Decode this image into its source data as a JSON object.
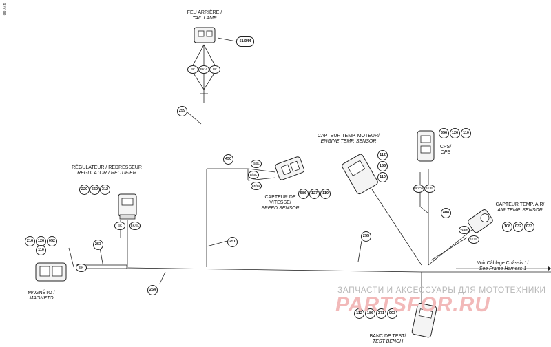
{
  "doc_id": "427 00",
  "watermark": {
    "text": "ЗАПЧАСТИ И АКСЕССУАРЫ ДЛЯ МОТОТЕХНИКИ",
    "logo": "PARTSFOR.RU"
  },
  "components": {
    "tail_lamp": {
      "fr": "FEU ARRIÈRE /",
      "en": "TAIL LAMP"
    },
    "regulator": {
      "fr": "RÉGULATEUR / REDRESSEUR",
      "en": "REGULATOR / RECTIFIER"
    },
    "speed_sensor": {
      "fr": "CAPTEUR DE VITESSE/",
      "en": "SPEED SENSOR"
    },
    "engine_temp": {
      "fr": "CAPTEUR TEMP. MOTEUR/",
      "en": "ENGINE TEMP. SENSOR"
    },
    "cps": {
      "fr": "CPS/",
      "en": "CPS"
    },
    "air_temp": {
      "fr": "CAPTEUR TEMP. AIR/",
      "en": "AIR TEMP. SENSOR"
    },
    "magneto": {
      "fr": "MAGNÉTO /",
      "en": "MAGNETO"
    },
    "test_bench": {
      "fr": "BANC DE TEST/",
      "en": "TEST BENCH"
    }
  },
  "harness_note": {
    "fr": "Voir Câblage Châssis 1/",
    "en": "See Frame Harness 1"
  },
  "callouts": {
    "tail_lamp_num": "51/044",
    "c259": "259",
    "c450": "450",
    "c251": "251",
    "c253": "253",
    "c254": "254",
    "c255": "255",
    "c408": "408",
    "speed_nums": [
      "586",
      "127",
      "110"
    ],
    "engine_nums": [
      "112",
      "155",
      "110"
    ],
    "cps_nums": [
      "356",
      "126",
      "110"
    ],
    "air_nums": [
      "108",
      "032",
      "033"
    ],
    "reg_nums": [
      "220",
      "560",
      "312"
    ],
    "magneto_nums": [
      "216",
      "126",
      "052"
    ],
    "magneto_sub": "110",
    "bench_nums": [
      "112",
      "186",
      "371",
      "093"
    ]
  },
  "wire_tags": {
    "tail": [
      "BK",
      "BK/A",
      "BK"
    ],
    "speed": [
      "B/BL",
      "B/BK",
      "BK/BL"
    ],
    "cps": [
      "BK/OR",
      "BK/BL"
    ],
    "air": [
      "W/BK",
      "BK/BL"
    ],
    "reg": [
      "BK",
      "BK/BL"
    ],
    "magneto": "BK"
  }
}
